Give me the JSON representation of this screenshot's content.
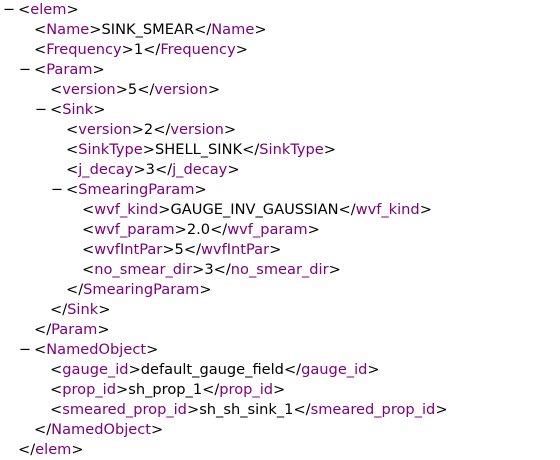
{
  "rows": [
    {
      "indent": 0,
      "toggle": "−",
      "open": "elem",
      "value": null,
      "close": null
    },
    {
      "indent": 1,
      "toggle": null,
      "open": "Name",
      "value": "SINK_SMEAR",
      "close": "Name"
    },
    {
      "indent": 1,
      "toggle": null,
      "open": "Frequency",
      "value": "1",
      "close": "Frequency"
    },
    {
      "indent": 1,
      "toggle": "−",
      "open": "Param",
      "value": null,
      "close": null
    },
    {
      "indent": 2,
      "toggle": null,
      "open": "version",
      "value": "5",
      "close": "version"
    },
    {
      "indent": 2,
      "toggle": "−",
      "open": "Sink",
      "value": null,
      "close": null
    },
    {
      "indent": 3,
      "toggle": null,
      "open": "version",
      "value": "2",
      "close": "version"
    },
    {
      "indent": 3,
      "toggle": null,
      "open": "SinkType",
      "value": "SHELL_SINK",
      "close": "SinkType"
    },
    {
      "indent": 3,
      "toggle": null,
      "open": "j_decay",
      "value": "3",
      "close": "j_decay"
    },
    {
      "indent": 3,
      "toggle": "−",
      "open": "SmearingParam",
      "value": null,
      "close": null
    },
    {
      "indent": 4,
      "toggle": null,
      "open": "wvf_kind",
      "value": "GAUGE_INV_GAUSSIAN",
      "close": "wvf_kind"
    },
    {
      "indent": 4,
      "toggle": null,
      "open": "wvf_param",
      "value": "2.0",
      "close": "wvf_param"
    },
    {
      "indent": 4,
      "toggle": null,
      "open": "wvfIntPar",
      "value": "5",
      "close": "wvfIntPar"
    },
    {
      "indent": 4,
      "toggle": null,
      "open": "no_smear_dir",
      "value": "3",
      "close": "no_smear_dir"
    },
    {
      "indent": 3,
      "toggle": null,
      "open": null,
      "value": null,
      "close": "SmearingParam"
    },
    {
      "indent": 2,
      "toggle": null,
      "open": null,
      "value": null,
      "close": "Sink"
    },
    {
      "indent": 1,
      "toggle": null,
      "open": null,
      "value": null,
      "close": "Param"
    },
    {
      "indent": 1,
      "toggle": "−",
      "open": "NamedObject",
      "value": null,
      "close": null
    },
    {
      "indent": 2,
      "toggle": null,
      "open": "gauge_id",
      "value": "default_gauge_field",
      "close": "gauge_id"
    },
    {
      "indent": 2,
      "toggle": null,
      "open": "prop_id",
      "value": "sh_prop_1",
      "close": "prop_id"
    },
    {
      "indent": 2,
      "toggle": null,
      "open": "smeared_prop_id",
      "value": "sh_sh_sink_1",
      "close": "smeared_prop_id"
    },
    {
      "indent": 1,
      "toggle": null,
      "open": null,
      "value": null,
      "close": "NamedObject"
    },
    {
      "indent": 0,
      "toggle": null,
      "open": null,
      "value": null,
      "close": "elem"
    }
  ],
  "colors": {
    "tag": "#800080",
    "text": "#000000",
    "background": "#ffffff"
  },
  "icons": {
    "collapse": "minus-icon"
  }
}
